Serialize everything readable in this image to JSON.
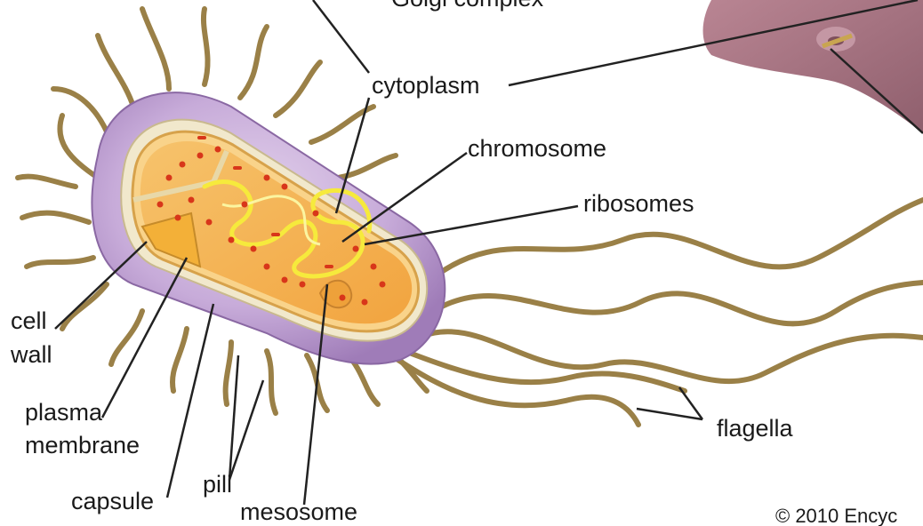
{
  "labels": {
    "golgi_complex": "Golgi complex",
    "cytoplasm": "cytoplasm",
    "chromosome": "chromosome",
    "ribosomes": "ribosomes",
    "cell_wall_line1": "cell",
    "cell_wall_line2": "wall",
    "plasma_membrane_line1": "plasma",
    "plasma_membrane_line2": "membrane",
    "capsule": "capsule",
    "pili": "pili",
    "mesosome": "mesosome",
    "flagella": "flagella"
  },
  "copyright": "© 2010 Encyc",
  "colors": {
    "capsule_purple": "#c3a6d6",
    "cell_wall": "#f1e8cc",
    "cytoplasm_orange": "#f7b552",
    "chromosome_yellow": "#f6ea3c",
    "ribosome_red": "#d8361a",
    "pili_flagella": "#9a8047",
    "golgi_pink": "#a57482",
    "leader_line": "#222222"
  }
}
